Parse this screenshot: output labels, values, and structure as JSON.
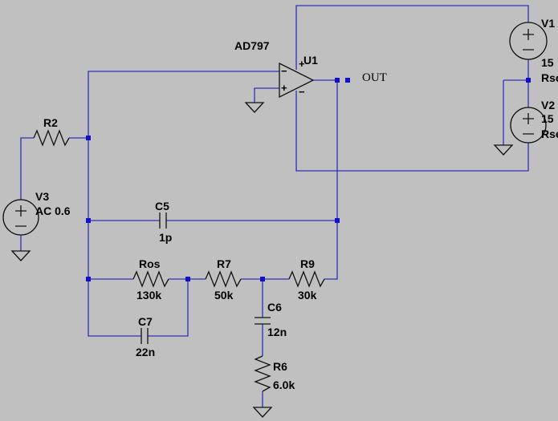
{
  "schematic": {
    "colors": {
      "background": "#c0c0c0",
      "wire": "#3030b8",
      "component": "#101010",
      "junction": "#1010d0",
      "text": "#000000"
    },
    "opamp": {
      "model": "AD797",
      "ref": "U1",
      "plus": "+",
      "minus": "−"
    },
    "net_out": "OUT",
    "sources": {
      "v1": {
        "ref": "V1",
        "value": "15",
        "extra": "Rse"
      },
      "v2": {
        "ref": "V2",
        "value": "15",
        "extra": "Rse"
      },
      "v3": {
        "ref": "V3",
        "value": "AC 0.6"
      }
    },
    "components": {
      "r2": {
        "ref": "R2"
      },
      "c5": {
        "ref": "C5",
        "value": "1p"
      },
      "ros": {
        "ref": "Ros",
        "value": "130k"
      },
      "r7": {
        "ref": "R7",
        "value": "50k"
      },
      "r9": {
        "ref": "R9",
        "value": "30k"
      },
      "c7": {
        "ref": "C7",
        "value": "22n"
      },
      "c6": {
        "ref": "C6",
        "value": "12n"
      },
      "r6": {
        "ref": "R6",
        "value": "6.0k"
      }
    }
  }
}
